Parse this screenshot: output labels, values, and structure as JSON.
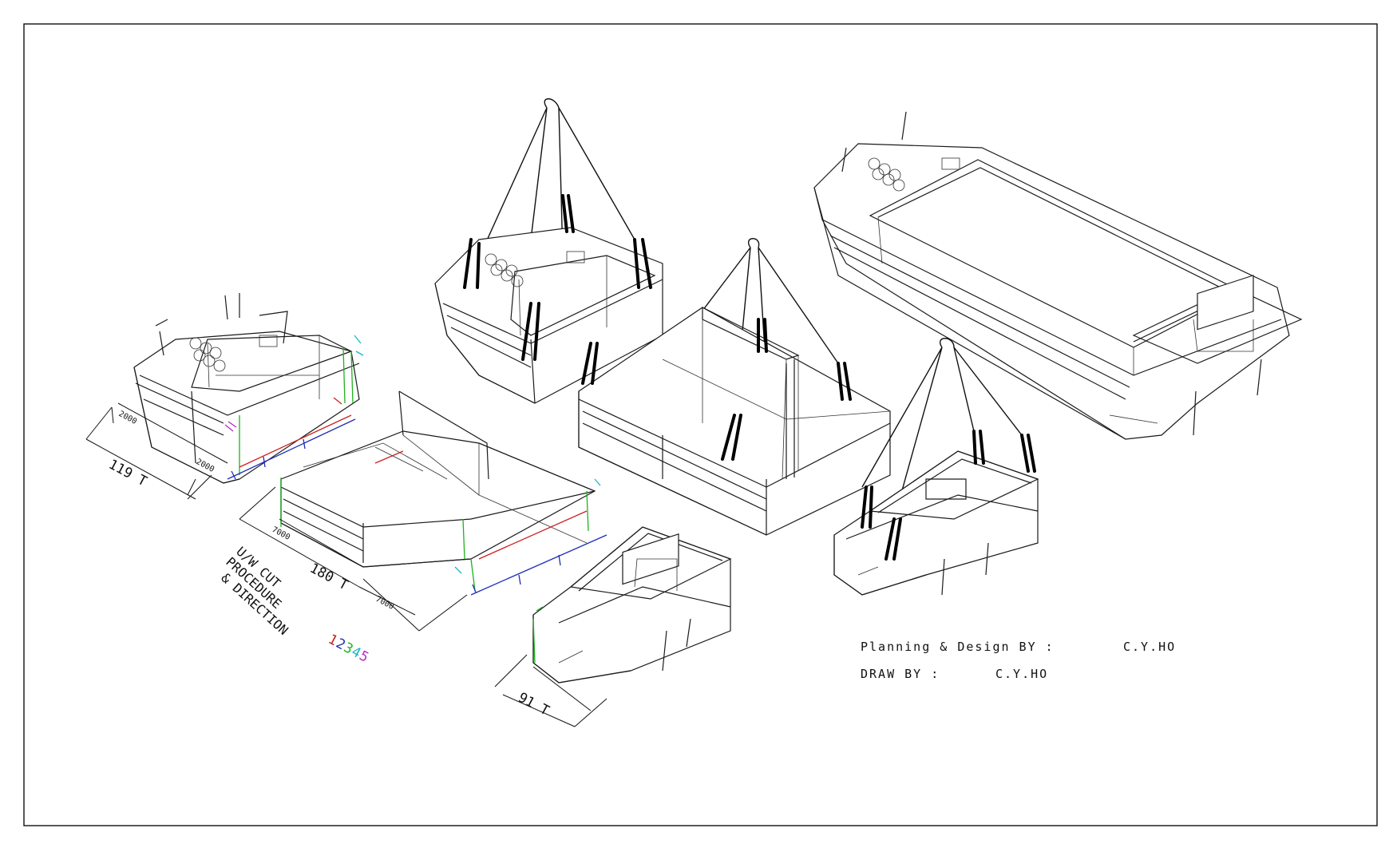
{
  "weights": {
    "bow_section": "119 T",
    "mid_section": "180 T",
    "stern_section": "91 T"
  },
  "dimensions": {
    "bow_a": "2000",
    "bow_b": "2000",
    "mid_a": "7000",
    "mid_b": "7000"
  },
  "procedure": {
    "line1": "U/W CUT",
    "line2": "PROCEDURE",
    "line3": "& DIRECTION"
  },
  "sequence_digits": [
    {
      "digit": "1",
      "color": "#c22222"
    },
    {
      "digit": "2",
      "color": "#1f2fb8"
    },
    {
      "digit": "3",
      "color": "#1db31d"
    },
    {
      "digit": "4",
      "color": "#19b7c9"
    },
    {
      "digit": "5",
      "color": "#b22bc9"
    }
  ],
  "credits": {
    "planning_label": "Planning & Design BY :",
    "planning_name": "C.Y.HO",
    "draw_label": "DRAW BY :",
    "draw_name": "C.Y.HO"
  }
}
